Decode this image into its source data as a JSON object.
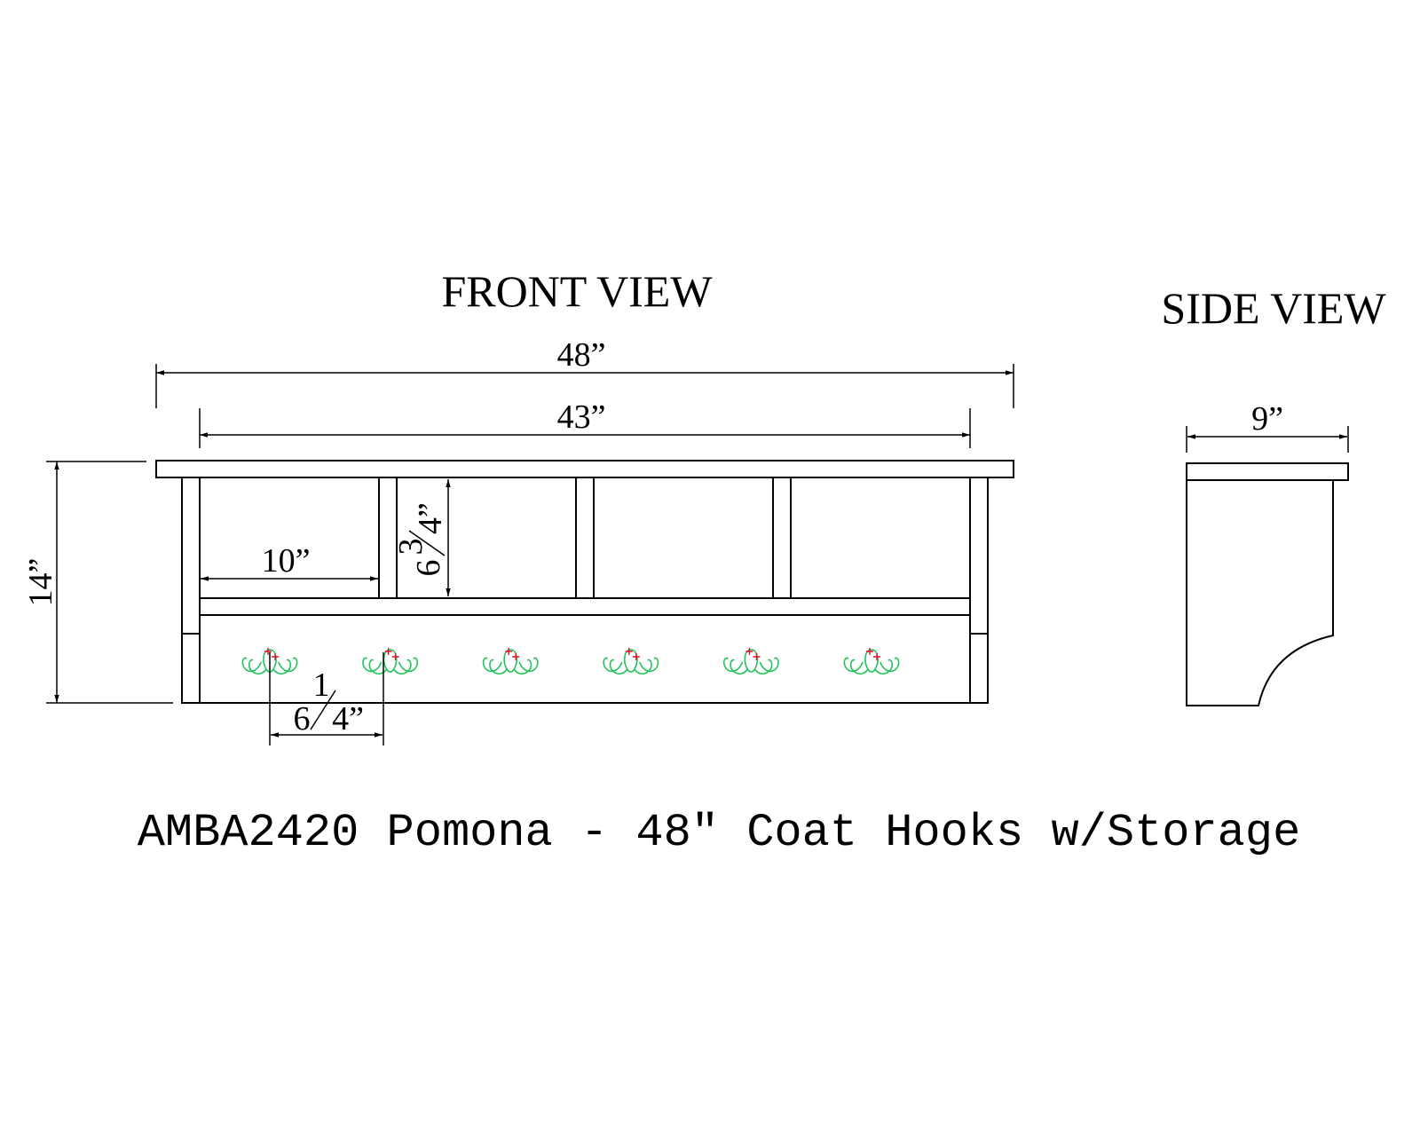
{
  "views": {
    "front_title": "FRONT VIEW",
    "side_title": "SIDE VIEW"
  },
  "dimensions": {
    "overall_width": "48”",
    "inner_width": "43”",
    "cubby_width": "10”",
    "cubby_height_whole": "6",
    "cubby_height_frac_num": "3",
    "cubby_height_frac_den": "4”",
    "height": "14”",
    "hook_spacing_whole": "6",
    "hook_spacing_frac_num": "1",
    "hook_spacing_frac_den": "4”",
    "depth": "9”"
  },
  "caption": "AMBA2420 Pomona - 48\" Coat Hooks w/Storage",
  "hooks": {
    "count": 6
  },
  "colors": {
    "line": "#000000",
    "hook": "#22c35a",
    "screw": "#e01030"
  }
}
